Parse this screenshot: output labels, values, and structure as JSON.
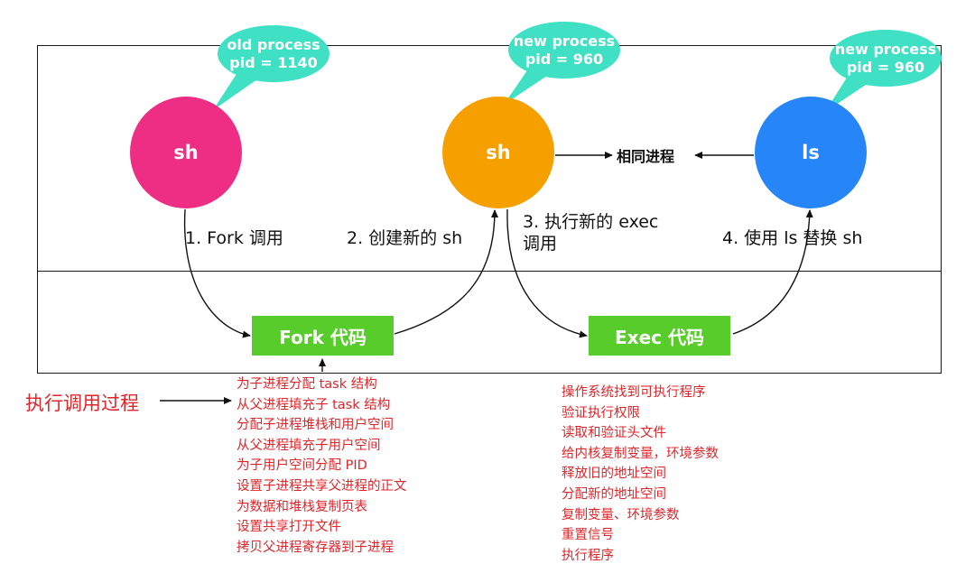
{
  "bubbles": {
    "old": {
      "line1": "old process",
      "line2": "pid = 1140"
    },
    "new1": {
      "line1": "new process",
      "line2": "pid = 960"
    },
    "new2": {
      "line1": "new process",
      "line2": "pid = 960"
    }
  },
  "circles": {
    "sh_old": "sh",
    "sh_new": "sh",
    "ls": "ls"
  },
  "colors": {
    "pink": "#ee2e85",
    "orange": "#f6a000",
    "blue": "#2686f7",
    "teal": "#3fe0c3",
    "green": "#58cc2a",
    "red": "#e0252a"
  },
  "same_process_label": "相同进程",
  "steps": {
    "step1": "1. Fork 调用",
    "step2": "2. 创建新的 sh",
    "step3_line1": "3. 执行新的 exec",
    "step3_line2": "调用",
    "step4": "4. 使用 ls 替换 sh"
  },
  "boxes": {
    "fork": "Fork 代码",
    "exec": "Exec 代码"
  },
  "exec_flow_label": "执行调用过程",
  "fork_steps": [
    "为子进程分配 task 结构",
    "从父进程填充子 task 结构",
    "分配子进程堆栈和用户空间",
    "从父进程填充子用户空间",
    "为子用户空间分配 PID",
    "设置子进程共享父进程的正文",
    "为数据和堆栈复制页表",
    "设置共享打开文件",
    "拷贝父进程寄存器到子进程"
  ],
  "exec_steps": [
    "操作系统找到可执行程序",
    "验证执行权限",
    "读取和验证头文件",
    "给内核复制变量，环境参数",
    "释放旧的地址空间",
    "分配新的地址空间",
    "复制变量、环境参数",
    "重置信号",
    "执行程序"
  ]
}
